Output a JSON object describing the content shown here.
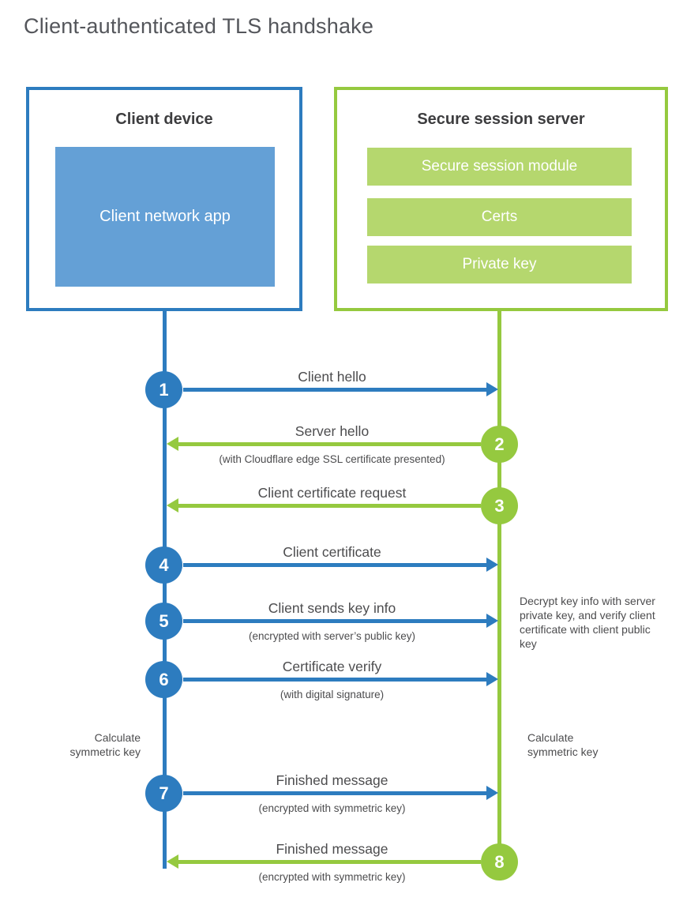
{
  "title": "Client-authenticated TLS handshake",
  "colors": {
    "client_accent": "#2d7cbf",
    "client_fill": "#64a0d6",
    "server_accent": "#95c93f",
    "server_fill": "#b5d76e",
    "text": "#4c4c4e",
    "heading": "#3d3d3f"
  },
  "client": {
    "title": "Client device",
    "app_label": "Client network app"
  },
  "server": {
    "title": "Secure session server",
    "modules": [
      "Secure session module",
      "Certs",
      "Private key"
    ]
  },
  "steps": [
    {
      "num": "1",
      "actor": "client",
      "direction": "right",
      "label": "Client hello",
      "sub": ""
    },
    {
      "num": "2",
      "actor": "server",
      "direction": "left",
      "label": "Server hello",
      "sub": "(with Cloudflare edge SSL certificate presented)"
    },
    {
      "num": "3",
      "actor": "server",
      "direction": "left",
      "label": "Client certificate request",
      "sub": ""
    },
    {
      "num": "4",
      "actor": "client",
      "direction": "right",
      "label": "Client certificate",
      "sub": ""
    },
    {
      "num": "5",
      "actor": "client",
      "direction": "right",
      "label": "Client sends key info",
      "sub": "(encrypted with server’s public key)"
    },
    {
      "num": "6",
      "actor": "client",
      "direction": "right",
      "label": "Certificate verify",
      "sub": "(with digital signature)"
    },
    {
      "num": "7",
      "actor": "client",
      "direction": "right",
      "label": "Finished message",
      "sub": "(encrypted with symmetric key)"
    },
    {
      "num": "8",
      "actor": "server",
      "direction": "left",
      "label": "Finished message",
      "sub": "(encrypted with symmetric key)"
    }
  ],
  "notes": {
    "decrypt": "Decrypt key info with server private key, and verify client certificate with client public key",
    "calc_left": "Calculate symmetric key",
    "calc_right": "Calculate symmetric key"
  }
}
